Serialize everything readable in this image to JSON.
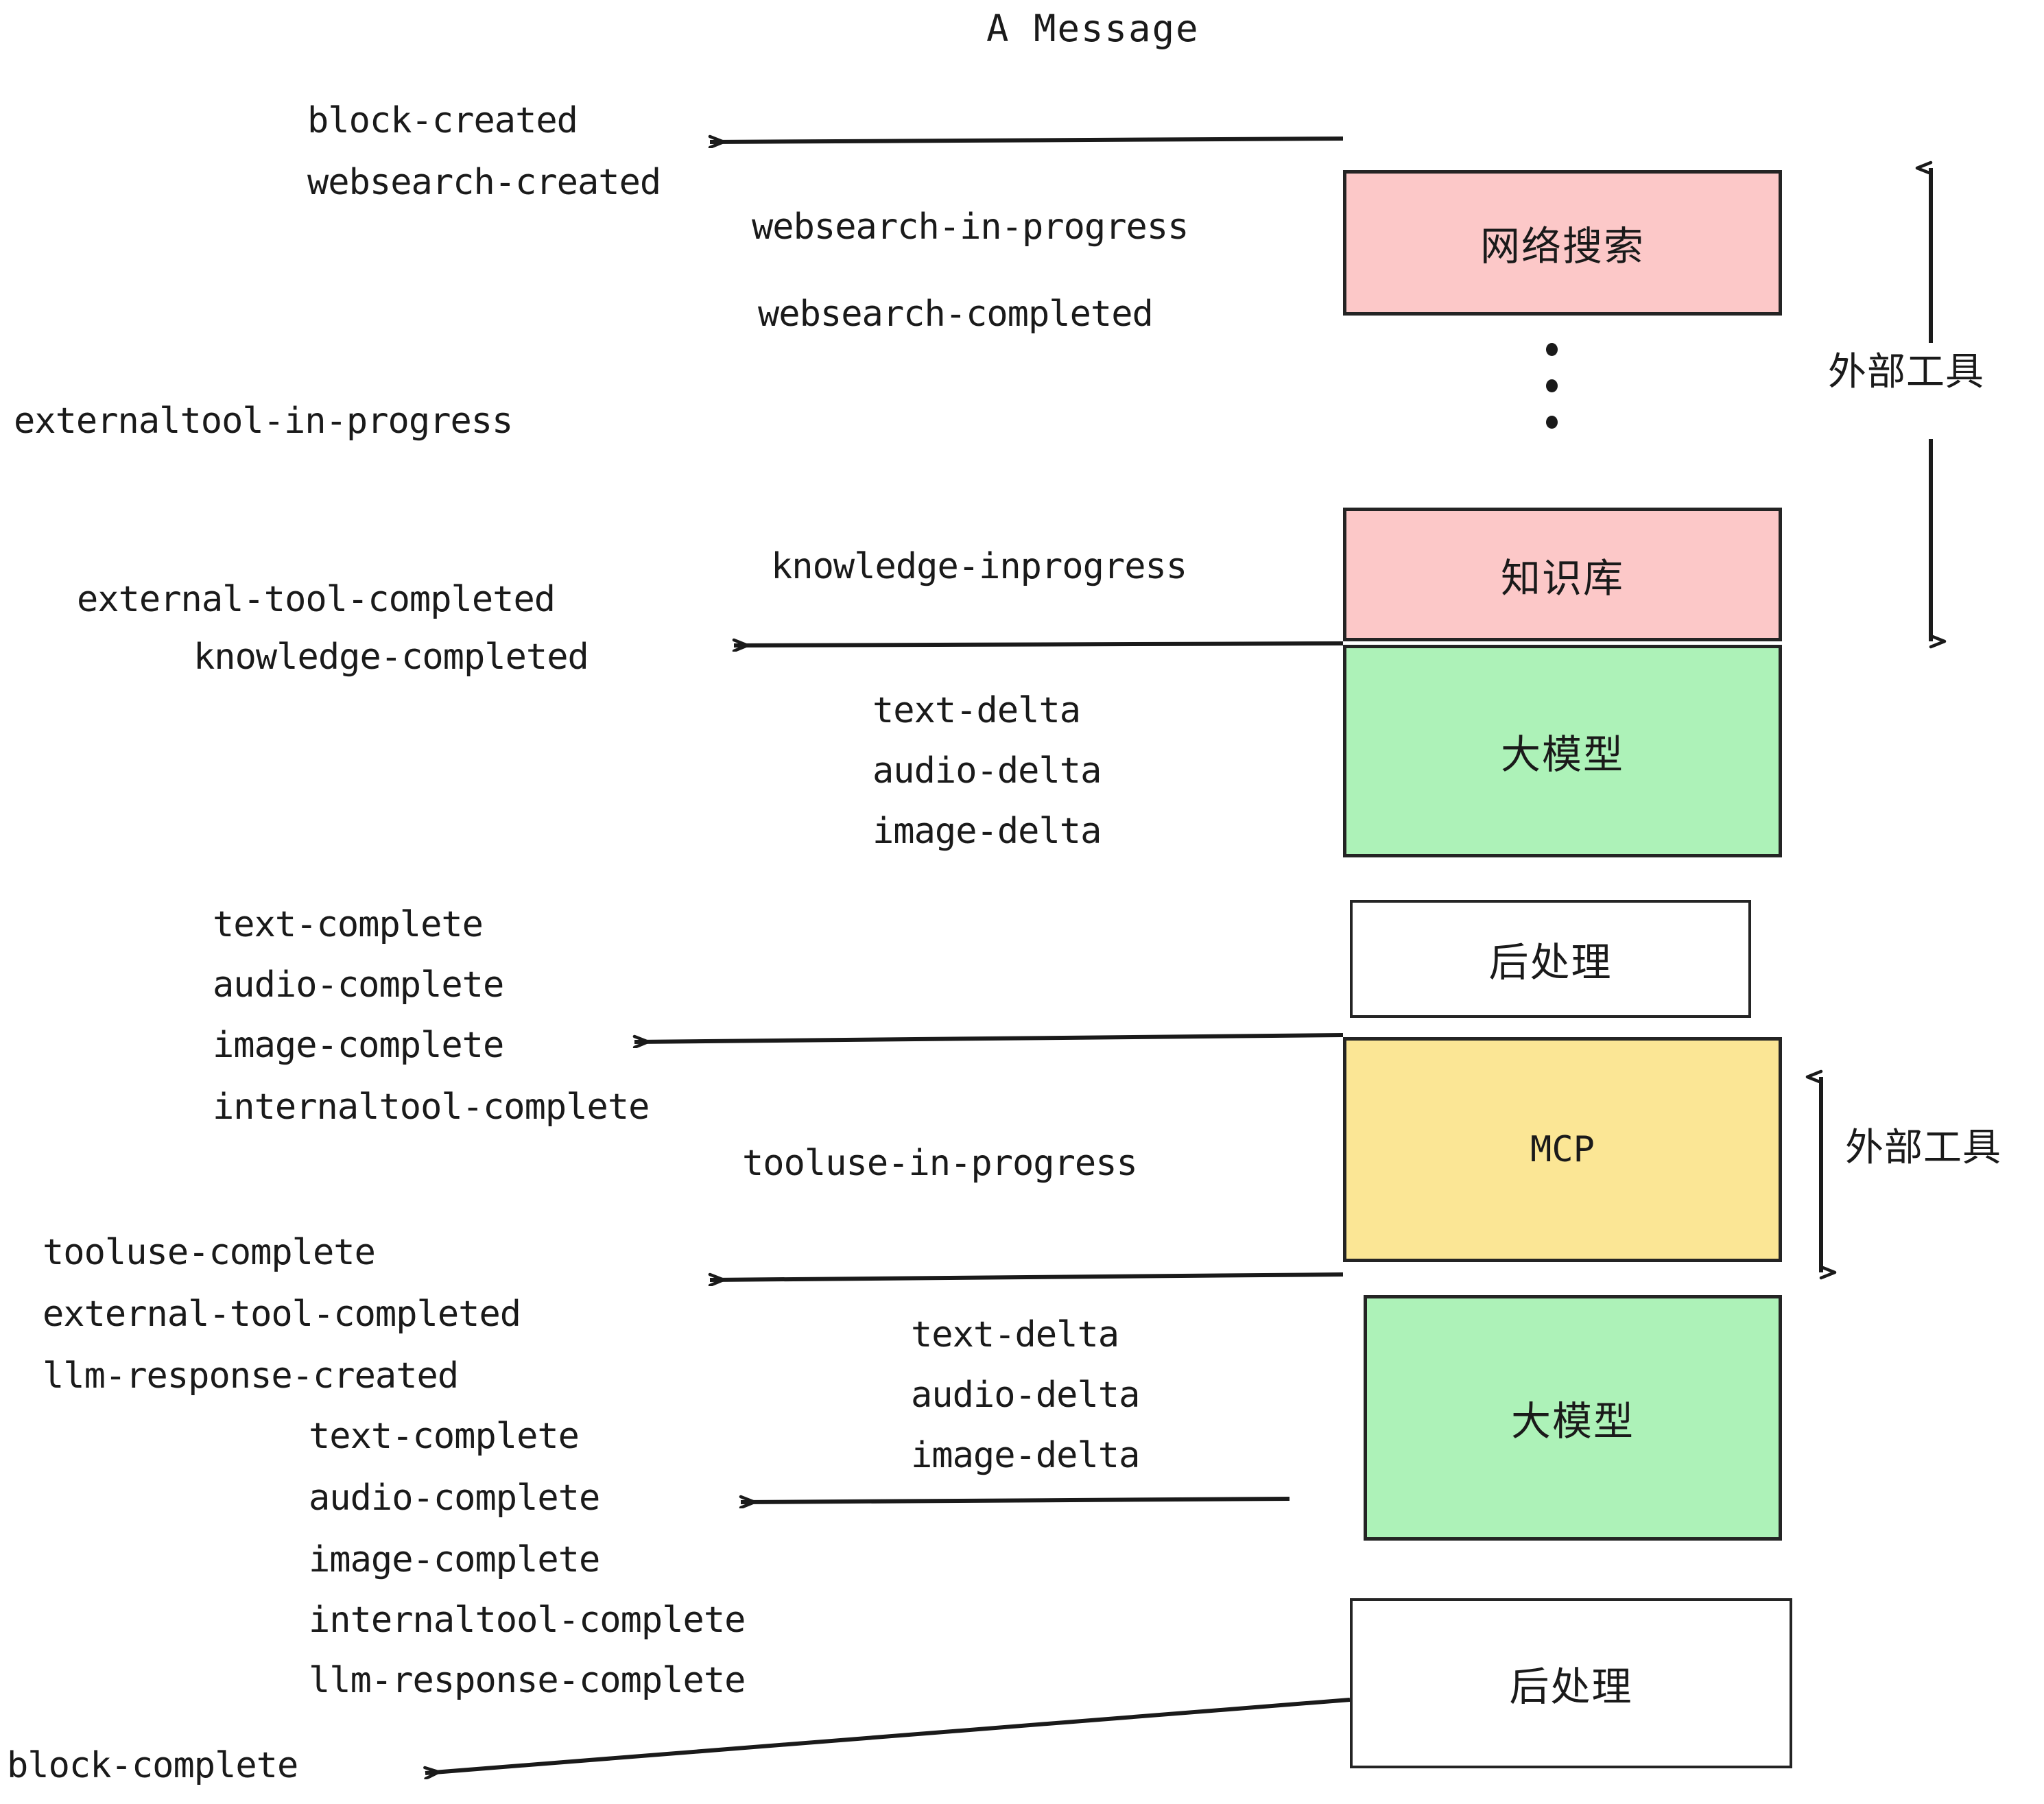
{
  "diagram": {
    "title": "A Message",
    "colors": {
      "pink": "#FCC8C8",
      "green": "#ADF2B8",
      "yellow": "#FBE695",
      "white": "#FFFFFF",
      "stroke": "#242424",
      "text": "#1A1A1A"
    },
    "nodes": [
      {
        "id": "websearch",
        "label": "网络搜索",
        "fill": "#FCC8C8"
      },
      {
        "id": "knowledge",
        "label": "知识库",
        "fill": "#FCC8C8"
      },
      {
        "id": "llm-top",
        "label": "大模型",
        "fill": "#ADF2B8"
      },
      {
        "id": "post-top",
        "label": "后处理",
        "fill": "#FFFFFF"
      },
      {
        "id": "mcp",
        "label": "MCP",
        "fill": "#FBE695"
      },
      {
        "id": "llm-bottom",
        "label": "大模型",
        "fill": "#ADF2B8"
      },
      {
        "id": "post-bottom",
        "label": "后处理",
        "fill": "#FFFFFF"
      }
    ],
    "side_labels": [
      {
        "id": "external-tool-top",
        "label": "外部工具"
      },
      {
        "id": "external-tool-bottom",
        "label": "外部工具"
      }
    ],
    "events": [
      {
        "id": "block-created",
        "text": "block-created"
      },
      {
        "id": "websearch-created",
        "text": "websearch-created"
      },
      {
        "id": "websearch-in-progress",
        "text": "websearch-in-progress"
      },
      {
        "id": "websearch-completed",
        "text": "websearch-completed"
      },
      {
        "id": "externaltool-in-progress",
        "text": "externaltool-in-progress"
      },
      {
        "id": "knowledge-inprogress",
        "text": "knowledge-inprogress"
      },
      {
        "id": "external-tool-completed-1",
        "text": "external-tool-completed"
      },
      {
        "id": "knowledge-completed",
        "text": "knowledge-completed"
      },
      {
        "id": "text-delta-1",
        "text": "text-delta"
      },
      {
        "id": "audio-delta-1",
        "text": "audio-delta"
      },
      {
        "id": "image-delta-1",
        "text": "image-delta"
      },
      {
        "id": "text-complete-1",
        "text": "text-complete"
      },
      {
        "id": "audio-complete-1",
        "text": "audio-complete"
      },
      {
        "id": "image-complete-1",
        "text": "image-complete"
      },
      {
        "id": "internaltool-complete-1",
        "text": "internaltool-complete"
      },
      {
        "id": "tooluse-in-progress",
        "text": "tooluse-in-progress"
      },
      {
        "id": "tooluse-complete",
        "text": "tooluse-complete"
      },
      {
        "id": "external-tool-completed-2",
        "text": "external-tool-completed"
      },
      {
        "id": "llm-response-created",
        "text": "llm-response-created"
      },
      {
        "id": "text-delta-2",
        "text": "text-delta"
      },
      {
        "id": "audio-delta-2",
        "text": "audio-delta"
      },
      {
        "id": "image-delta-2",
        "text": "image-delta"
      },
      {
        "id": "text-complete-2",
        "text": "text-complete"
      },
      {
        "id": "audio-complete-2",
        "text": "audio-complete"
      },
      {
        "id": "image-complete-2",
        "text": "image-complete"
      },
      {
        "id": "internaltool-complete-2",
        "text": "internaltool-complete"
      },
      {
        "id": "llm-response-complete",
        "text": "llm-response-complete"
      },
      {
        "id": "block-complete",
        "text": "block-complete"
      }
    ]
  }
}
